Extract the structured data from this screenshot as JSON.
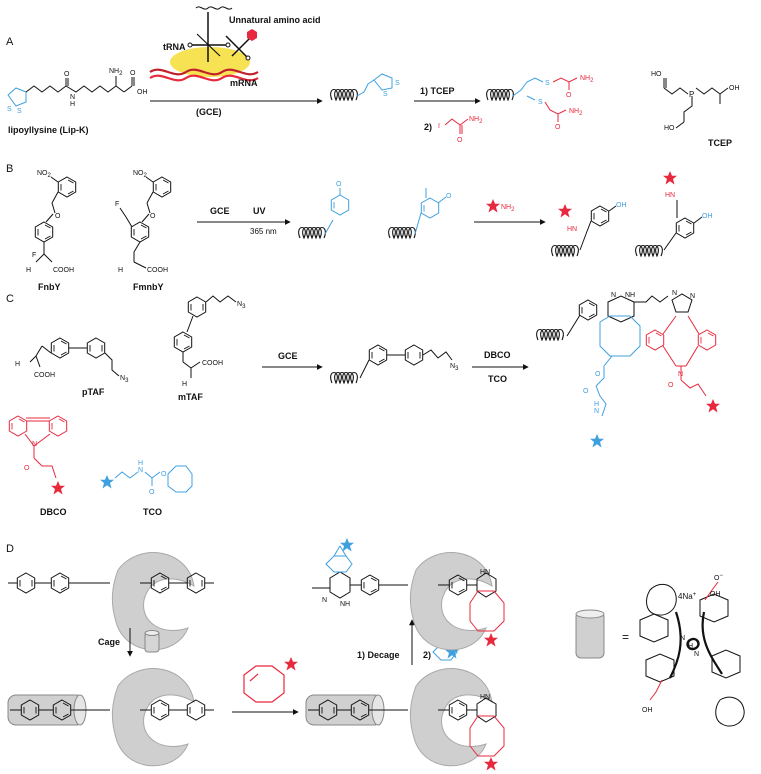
{
  "panel_letters": [
    "A",
    "B",
    "C",
    "D"
  ],
  "colors": {
    "black": "#111111",
    "red": "#e8283d",
    "blue": "#3fa0e0",
    "gray": "#a9a9a9",
    "yellow": "#f6e04a",
    "ribosome": "#cfcfcf"
  },
  "panelA": {
    "unnatural_amino_acid": "Unnatural amino acid",
    "trna": "tRNA",
    "mrna": "mRNA",
    "gce": "(GCE)",
    "lip_k": "lipoyllysine (Lip-K)",
    "step1": "1) TCEP",
    "step2_prefix": "2)",
    "tcep": "TCEP",
    "nh2": "NH",
    "nh2_sub": "2",
    "oh": "OH",
    "ho": "HO",
    "o": "O",
    "s": "S",
    "i": "I",
    "p": "P",
    "h": "H",
    "n": "N"
  },
  "panelB": {
    "fnby": "FnbY",
    "fmnby": "FmnbY",
    "gce": "GCE",
    "uv": "UV",
    "wavelength": "365 nm",
    "no2": "NO",
    "no2_sub": "2",
    "f": "F",
    "h2n": "H",
    "cooh": "COOH",
    "oh": "OH",
    "hn": "HN",
    "nh2": "NH",
    "o": "O"
  },
  "panelC": {
    "ptaf": "pTAF",
    "mtaf": "mTAF",
    "gce": "GCE",
    "dbco": "DBCO",
    "tco": "TCO",
    "n": "N",
    "n3": "N",
    "n3_sub": "3",
    "nh": "NH",
    "cooh": "COOH",
    "h2n": "H",
    "o": "O",
    "h": "H"
  },
  "panelD": {
    "cage": "Cage",
    "decage": "1) Decage",
    "step2": "2)",
    "equals": "=",
    "counterion": "4Na",
    "counterion_sup": "+",
    "oh": "OH",
    "o_minus": "O",
    "minus": "−",
    "hn": "HN",
    "nh": "NH",
    "n": "N",
    "o": "O",
    "h": "H"
  }
}
